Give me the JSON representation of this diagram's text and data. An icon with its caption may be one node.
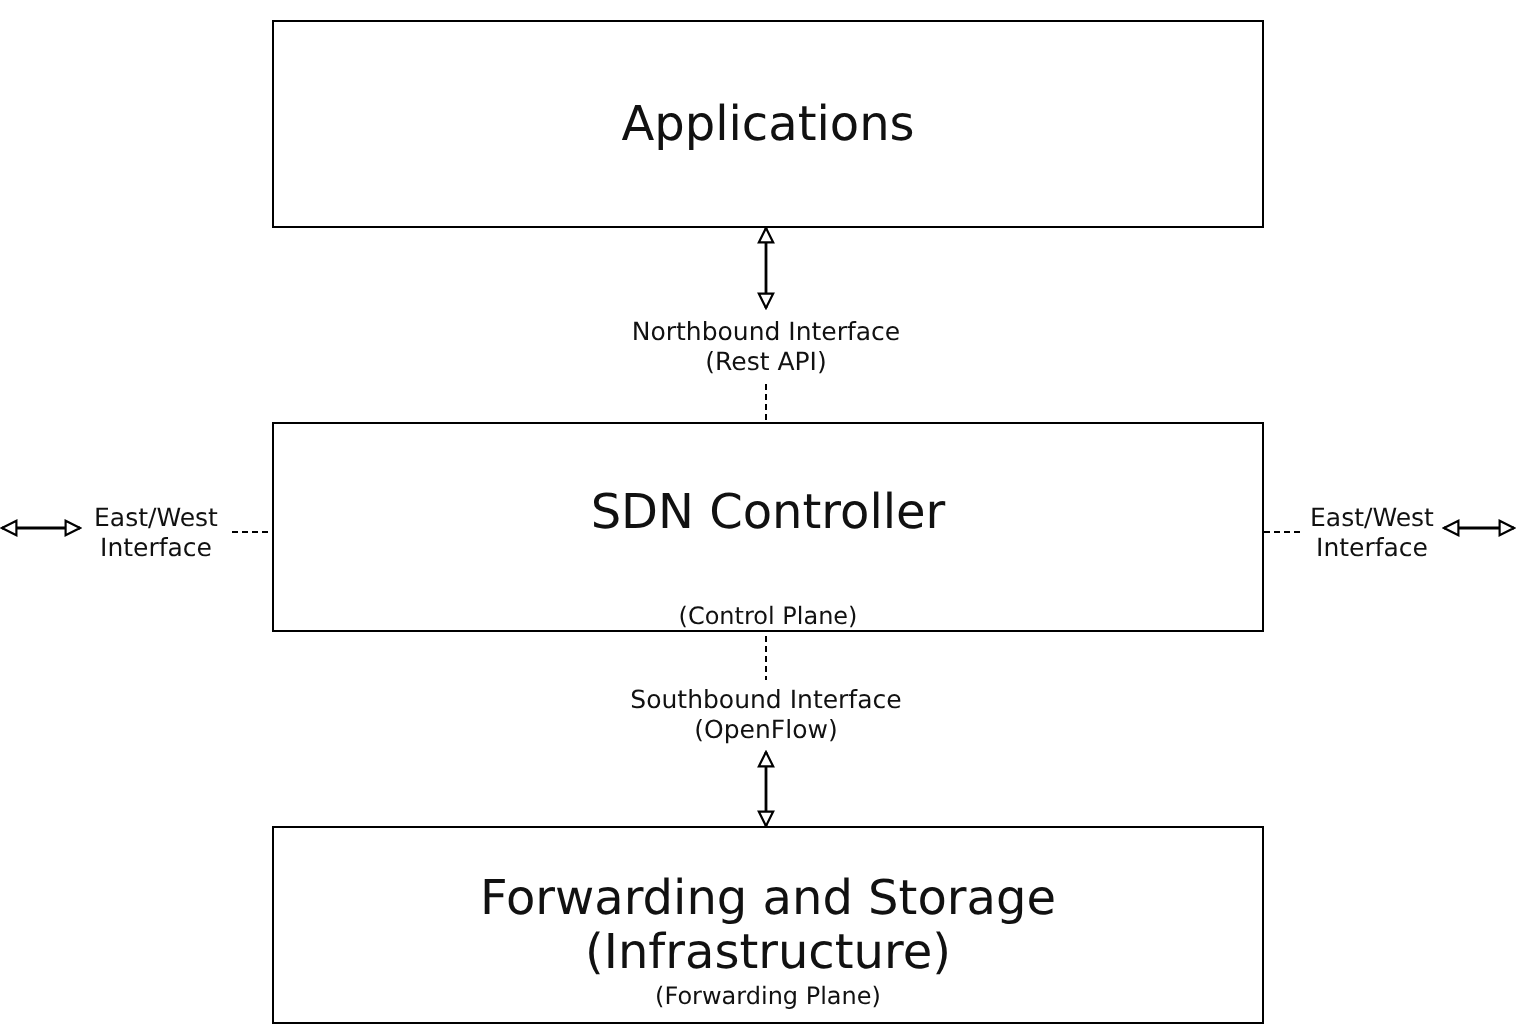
{
  "diagram": {
    "nodes": [
      {
        "text": [
          "Applications"
        ]
      },
      {
        "text": [
          "SDN Controller",
          "(Control Plane)"
        ]
      },
      {
        "text": [
          "Forwarding and Storage (Infrastructure)",
          "(Forwarding Plane)"
        ]
      },
      {
        "text": [
          "Northbound Interface (Rest API)"
        ]
      },
      {
        "text": [
          "Southbound Interface (OpenFlow)"
        ]
      },
      {
        "text": [
          "East/West Interface"
        ]
      },
      {
        "text": [
          "East/West Interface"
        ]
      }
    ],
    "edges": [
      {
        "from": 3,
        "to": 0,
        "arrow": "both"
      },
      {
        "from": 3,
        "to": 1,
        "arrow": "none",
        "style": "dashed"
      },
      {
        "from": 1,
        "to": 4,
        "arrow": "none",
        "style": "dashed"
      },
      {
        "from": 4,
        "to": 2,
        "arrow": "both"
      },
      {
        "from": 5,
        "to": null,
        "arrow": "both"
      },
      {
        "from": 5,
        "to": 1,
        "arrow": "none",
        "style": "dashed"
      },
      {
        "from": 1,
        "to": 6,
        "arrow": "none",
        "style": "dashed"
      },
      {
        "from": 6,
        "to": null,
        "arrow": "both"
      }
    ]
  }
}
